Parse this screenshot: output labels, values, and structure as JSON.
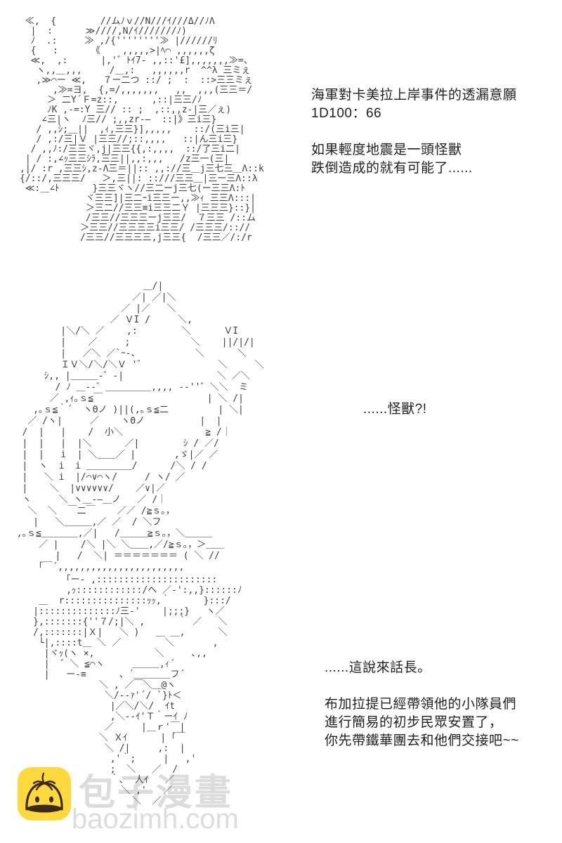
{
  "page": {
    "background": "#ffffff",
    "text_color": "#1f1f1f",
    "aa_color": "#3d3d3d"
  },
  "narration": {
    "block1": [
      "海軍對卡美拉上岸事件的透漏意願",
      "1D100：66",
      "",
      "如果輕度地震是一頭怪獸",
      "跌倒造成的就有可能了......"
    ],
    "block2": [
      "......怪獸?!"
    ],
    "block3": [
      "......這說來話長。",
      "",
      "布加拉提已經帶領他的小隊員們",
      "進行簡易的初步民眾安置了，",
      "你先帶鐵華團去和他們交接吧~~"
    ]
  },
  "ascii_art": {
    "top_character": [
      " ≪,  {        //ムﾉｖ//Ν///ｲ///Δ//ﾉΛ",
      "  |  :      ≫////,Ν/ｲ///////ﾉ)",
      "  ﾉ  .:     ≫ ,/{''''''''≫ |//////ﾘ",
      "  {   :      《    ,,,,,>|ﾍ⌒ ,,,,,,ζ",
      "  ≪,  ,:      |,'゛ﾄｲ7‐ ,,::'£],,,,,,,≫=、",
      "   ヽ,,＿,,,     /＿,:   ,,,,,,r  ^^λ 三ミぇ",
      "   ,≫⌒ー ≪,   ７ー二つ ::/ ;  :  ::>三三ミぇ",
      "      ,≫=ヨ,  {,=/,,,,,,,   ,,  ,,,(三三＝/",
      "     ＞ 二Y´Ｆ=z::,      ,::|三三/ﾉ",
      "     ﾉK ,-=:Y 三// :: ;  ,::,,z-|三／ぇ)",
      "    ∠三|ヽ  ﾉ三// ;,,zr-―  ::|》三i三}",
      "   / ,,ｼ;＿||  ,ｨ,三三}],,,,,    ::/(三i三|",
      "   / ,:/三|Ｖ |三三//;::,,,,   ::|ん三i三}",
      "  / ,,ﾉ:/三三ヾ,j|三三{{,:,,,,  ::/了三i二|",
      " | / :,∠ｯ三三ｼﾗ,三三||,,:,,,   /z三一(三|",
      ",|/ :r ,三三ｼ,z‐Λ三＝||:: ,,://三＿j三七三＿Λ::k",
      "{/::/,三三三/   ＞,三||: ::///三三＿|三ー三Λ::λ",
      " ≪:＿∠ﾄ      }三三ヾヽ//三二ーj三七(ー三三Λ:ﾄ",
      "            ヾ三三]|三二ｰi三三ー,,≫ｨ 三三Λ:::|",
      "            ＞三二//三三≡i三三二Ｙ |三三三}::}|",
      "            /三三//三三三ーj三三/  ７三三 /::ム",
      "           ＞三三//三三三三i三三/ /三三三/:://",
      "           /三三//三三三三,j三三{  /三三／/:/r"
    ],
    "middle_character": [
      "                         ＿/|",
      "                       ／| ／|＼",
      "                     ／ |／   ＼",
      "                   ／ ＶI /     ＼,",
      "          |＼/＼ ／    ,:        ＼      ＶI",
      "          |    ／     ;           ＼    ||/|/|",
      "          |   ／＼ ／`ｰ-、          ＼      ＼",
      "          ＩＶ＼/＼/＼Ｖ '゛             ＼     ＼",
      "       ｼ,, |＿＿＿-゛‐|                 ＼ ／＼",
      "         / ﾉ ＿-‐゛＿＿＿＿＿,,,, -‐''゛＼＼  ミ",
      "        ／ ,ｨ｡ｓ≦￣                   | ＼ /|",
      "     ,｡ｓ≦｀´  ヽΘノ )||(,｡ｓ≦二         | ＼|",
      "    ／ /ヽ|     ／    ヽΘノ          |  |",
      "   /  |   |    /  小＼               ≧ /｜",
      "   |  |   |  |＼      ／|        ｼ / ／/",
      "   |  |   i  | ＼＿＿／ |       ,ゞ|／ ／",
      "   |  ヽ  i  i ＿＿＿＿＿/      /＼ / /",
      "   |   ＼ i  |/⌒∨⌒ヽ/     / ヽ/ ／",
      "   |    ＼  |∨∨∨∨∨∨/    ／∨|／",
      "   ヽ     ＼ ヽ＿-―＿ノ   ／ /｜",
      "    ＼  ＼  ￣二￣    ／／ /≧ｓ｡，",
      "     |   ＼＿＿＿,／ ／  / ＼フ",
      "  ,｡ｓ≦＿＿＿＿,／|   /＿＿＿≧ｓ｡，＼＿＿＿",
      "      ／ |    /＼ |＼ ＼＿＿,／/≧ｓ｡，＞＿＿",
      "         |   /  ＼| ＝＝＝＝＝＝＝ ( ＼ //",
      "      ｢￣´,,,,,,,,,,,,,,,,,,,,,,,"
    ],
    "bottom_character": [
      "           ｢ー- ,::::::::::::::::::::::",
      "           ,ｯ::::::::::::/ヘ ／‐':,,}::::::ﾉ",
      "      ＿  r:::::::::::::::ｯｯ,｀      }:::/",
      "     |::::::::::::::ﾉ三‐'    |;;;}   ヽ／",
      "     },:::::::{''７/;|＼ ,      ｀ ／   ＼",
      "     /,:::::::|Ｘ|   ＼ )   ＿ ＿,      ＼",
      "      └|,::::t＿ ＼ ／        ＼       ,",
      "       |ヾｯ(ヽ ×,           ＼     ､,,",
      "       |  ゛＼ ≦⌒ヽ     ＿＿＿,ｨ´",
      "       |   ー-≡      、´＿＿＿＿フ´",
      "                 ＼ , ／￣＼＿@ヽ",
      "                  ＼/--ｧ'´/ `}ﾄ＜",
      "                   |／＼/＼/  ｲt",
      "                   ,＼--ｲ'Ｔ｀ーｲ ﾉ",
      "                  ／     |＿ｒ'￣|",
      "                 ＼ Ｘｲ      | ｢￣",
      "                  ＼ /|     ,:  |",
      "                   ,'｀;     |   ,'",
      "                   ;  ＼   ／  /",
      "                   ｀､  人ｲ   ／",
      "                     ＼ ,'   ／",
      "                       ＼  ／"
    ]
  },
  "watermark": {
    "site_name": "包子漫畫",
    "site_url": "baozimh.com",
    "icon": "baozi-bun-icon",
    "icon_bg_color": "#FFD93B",
    "icon_line_color": "#3B2B1F",
    "text_color": "#DCDCDC"
  }
}
